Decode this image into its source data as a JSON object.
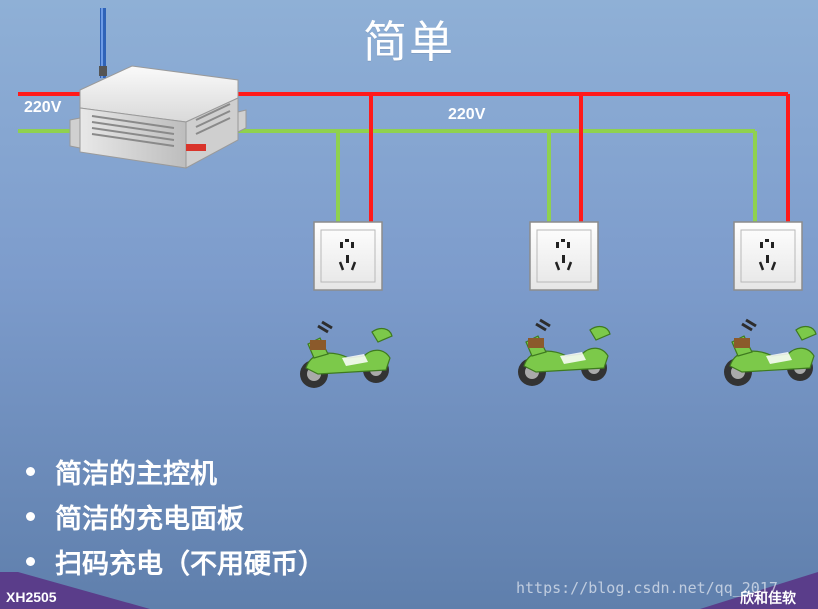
{
  "slide": {
    "title": "简单",
    "wire_label_left": "220V",
    "wire_label_mid": "220V",
    "bullets": [
      "简洁的主控机",
      "简洁的充电面板",
      "扫码充电（不用硬币）"
    ],
    "footer_left": "XH2505",
    "footer_right": "欣和佳软",
    "watermark": "https://blog.csdn.net/qq_2017"
  },
  "colors": {
    "live_wire": "#ff1a1a",
    "neutral_wire": "#8fd14f",
    "footer_band": "#5a3d8a"
  },
  "icons": {
    "controller": "controller-box-icon",
    "socket": "power-socket-icon",
    "scooter": "electric-scooter-icon"
  }
}
